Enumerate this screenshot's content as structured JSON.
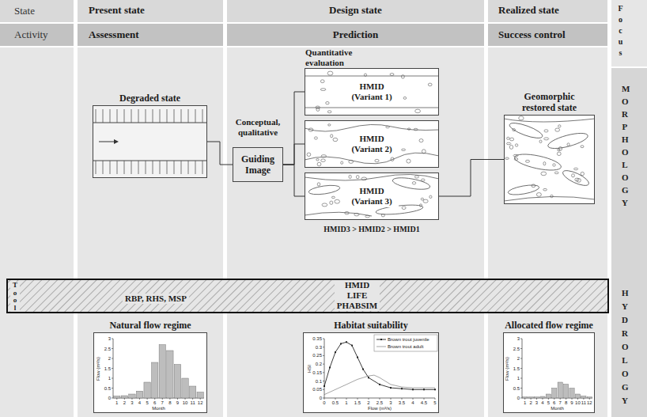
{
  "diagram": {
    "nodes": [
      {
        "text": [
          "Degraded state"
        ]
      },
      {
        "text": [
          "Guiding Image"
        ]
      },
      {
        "text": [
          "HMID (Variant 1)"
        ]
      },
      {
        "text": [
          "HMID (Variant 2)"
        ]
      },
      {
        "text": [
          "HMID (Variant 3)"
        ]
      },
      {
        "text": [
          "Geomorphic restored state"
        ]
      },
      {
        "text": [
          "Tool",
          "RBP, RHS, MSP",
          "HMID LIFE PHABSIM"
        ]
      },
      {
        "text": [
          "Natural flow regime"
        ]
      },
      {
        "text": [
          "Habitat suitability"
        ]
      },
      {
        "text": [
          "Allocated flow regime"
        ]
      }
    ],
    "edges": [
      {
        "from": 0,
        "to": 1,
        "arrow": "none"
      },
      {
        "from": 1,
        "to": 2,
        "arrow": "none"
      },
      {
        "from": 1,
        "to": 3,
        "arrow": "none"
      },
      {
        "from": 1,
        "to": 4,
        "arrow": "none"
      },
      {
        "from": 4,
        "to": 5,
        "arrow": "none"
      }
    ],
    "labels": [
      "State",
      "Present state",
      "Design state",
      "Realized state",
      "Focus",
      "Activity",
      "Assessment",
      "Prediction",
      "Success control",
      "MORPHOLOGY",
      "HYDROLOGY",
      "Quantitative evaluation",
      "Conceptual, qualitative",
      "HMID3 > HMID2 > HMID1",
      "Flow (m³/s)",
      "0",
      "0.5",
      "1",
      "1.5",
      "2",
      "2.5",
      "3",
      "1",
      "2",
      "3",
      "4",
      "5",
      "6",
      "7",
      "8",
      "9",
      "10",
      "11",
      "12",
      "Month",
      "HSI",
      "0",
      "0.05",
      "0.1",
      "0.15",
      "0.2",
      "0.25",
      "0.3",
      "0.35",
      "0",
      "0.5",
      "1",
      "1.5",
      "2",
      "2.5",
      "3",
      "3.5",
      "4",
      "4.5",
      "5",
      "Flow (m³/s)",
      "Flow (m³/s)",
      "0",
      "0.5",
      "1",
      "1.5",
      "2",
      "2.5",
      "3",
      "1",
      "2",
      "3",
      "4",
      "5",
      "6",
      "7",
      "8",
      "9",
      "10",
      "11",
      "12",
      "Month"
    ],
    "legend": [
      {
        "text": "Brown trout juvenile"
      },
      {
        "text": "Brown trout adult"
      }
    ]
  }
}
